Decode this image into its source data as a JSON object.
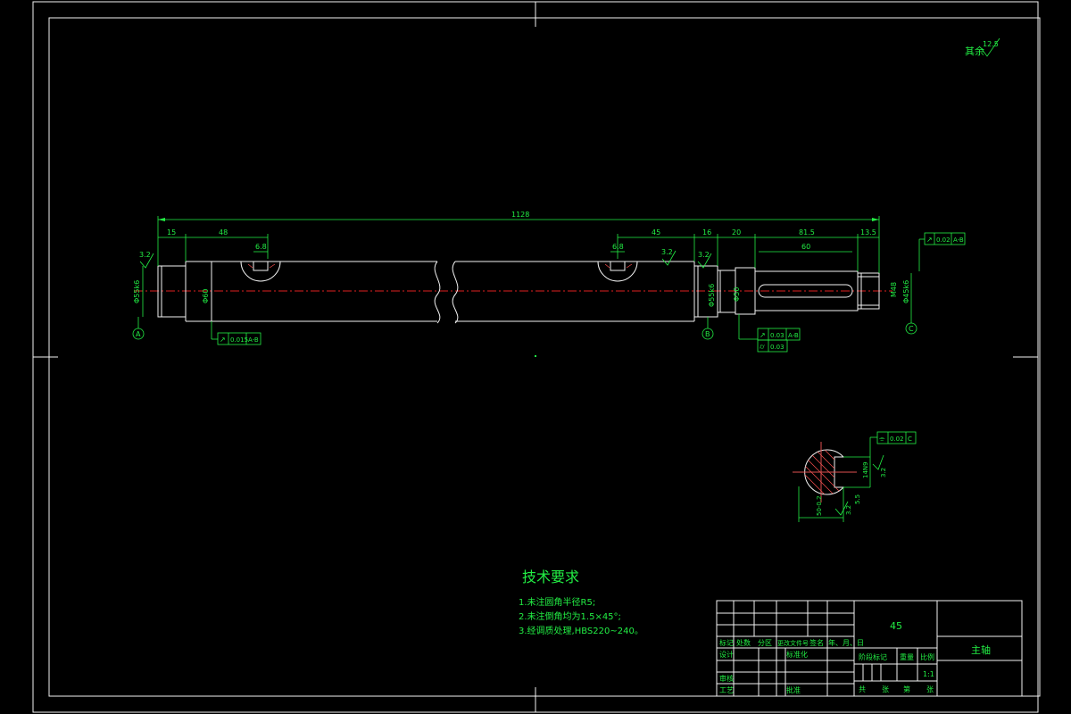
{
  "colors": {
    "background": "#000000",
    "outline": "#f2f2f2",
    "dimension": "#22ee44",
    "centerline": "#e02020"
  },
  "corner_roughness": {
    "label": "其余",
    "value": "12.5"
  },
  "dimensions": {
    "overall": "1128",
    "d15": "15",
    "d48": "48",
    "keyway_left": "6.8",
    "keyway_right": "6.8",
    "d45": "45",
    "d16": "16",
    "d20": "20",
    "d81": "81.5",
    "d60": "60",
    "d13": "13.5"
  },
  "roughness": {
    "left_end": "3.2",
    "journal_b": "3.2",
    "middle": "3.2"
  },
  "diameters": {
    "left_end": "Φ55k6",
    "main": "Φ60",
    "step": "Φ55k6",
    "shaft_end": "Φ50",
    "thread": "M48",
    "end": "Φ45k6"
  },
  "datums": {
    "a": "A",
    "b": "B",
    "c": "C"
  },
  "tolerances": {
    "left_runout": {
      "symbol": "↗",
      "value": "0.015",
      "datum": "A-B"
    },
    "right_runout": {
      "symbol": "↗",
      "value": "0.02",
      "datum": "A-B"
    },
    "mid_runout": {
      "symbol": "↗",
      "value": "0.03",
      "datum": "A-B"
    },
    "mid_cyl": {
      "symbol": "⌭",
      "value": "0.03"
    },
    "section_sym": {
      "symbol": "⌯",
      "value": "0.02",
      "datum": "C"
    }
  },
  "section": {
    "depth": "5.5",
    "width": "14N9",
    "roughness_a": "3.2",
    "roughness_b": "3.2",
    "bottom": "50-0.2"
  },
  "tech": {
    "title": "技术要求",
    "items": [
      "1.未注圆角半径R5;",
      "2.未注倒角均为1.5×45°;",
      "3.经调质处理,HBS220~240。"
    ]
  },
  "titleblock": {
    "material": "45",
    "part_name": "主轴",
    "headers": [
      "标记",
      "处数",
      "分区",
      "更改文件号",
      "签名",
      "年、月、日"
    ],
    "design": "设计",
    "standard": "标准化",
    "stage": "阶段标记",
    "weight": "重量",
    "scale": "比例",
    "scale_value": "1:1",
    "review": "审核",
    "process": "工艺",
    "approve": "批准",
    "sheet_total": "共",
    "sheet_total_unit": "张",
    "sheet_no": "第",
    "sheet_no_unit": "张"
  }
}
